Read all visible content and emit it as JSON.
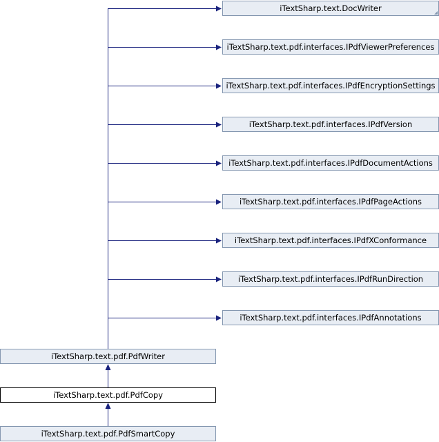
{
  "diagram": {
    "colors": {
      "edge": "#1a237e",
      "node_fill": "#e8edf4",
      "node_border": "#8497b0",
      "current_fill": "#ffffff",
      "current_border": "#000000"
    },
    "interfaces": [
      {
        "label": "iTextSharp.text.DocWriter"
      },
      {
        "label": "iTextSharp.text.pdf.interfaces.IPdfViewerPreferences"
      },
      {
        "label": "iTextSharp.text.pdf.interfaces.IPdfEncryptionSettings"
      },
      {
        "label": "iTextSharp.text.pdf.interfaces.IPdfVersion"
      },
      {
        "label": "iTextSharp.text.pdf.interfaces.IPdfDocumentActions"
      },
      {
        "label": "iTextSharp.text.pdf.interfaces.IPdfPageActions"
      },
      {
        "label": "iTextSharp.text.pdf.interfaces.IPdfXConformance"
      },
      {
        "label": "iTextSharp.text.pdf.interfaces.IPdfRunDirection"
      },
      {
        "label": "iTextSharp.text.pdf.interfaces.IPdfAnnotations"
      }
    ],
    "chain": [
      {
        "label": "iTextSharp.text.pdf.PdfWriter",
        "current": false
      },
      {
        "label": "iTextSharp.text.pdf.PdfCopy",
        "current": true
      },
      {
        "label": "iTextSharp.text.pdf.PdfSmartCopy",
        "current": false
      }
    ]
  }
}
